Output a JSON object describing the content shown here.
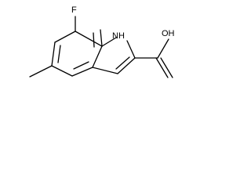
{
  "molecule": {
    "labels": {
      "fluorine": "F",
      "nh": "NH",
      "oh": "OH"
    }
  }
}
